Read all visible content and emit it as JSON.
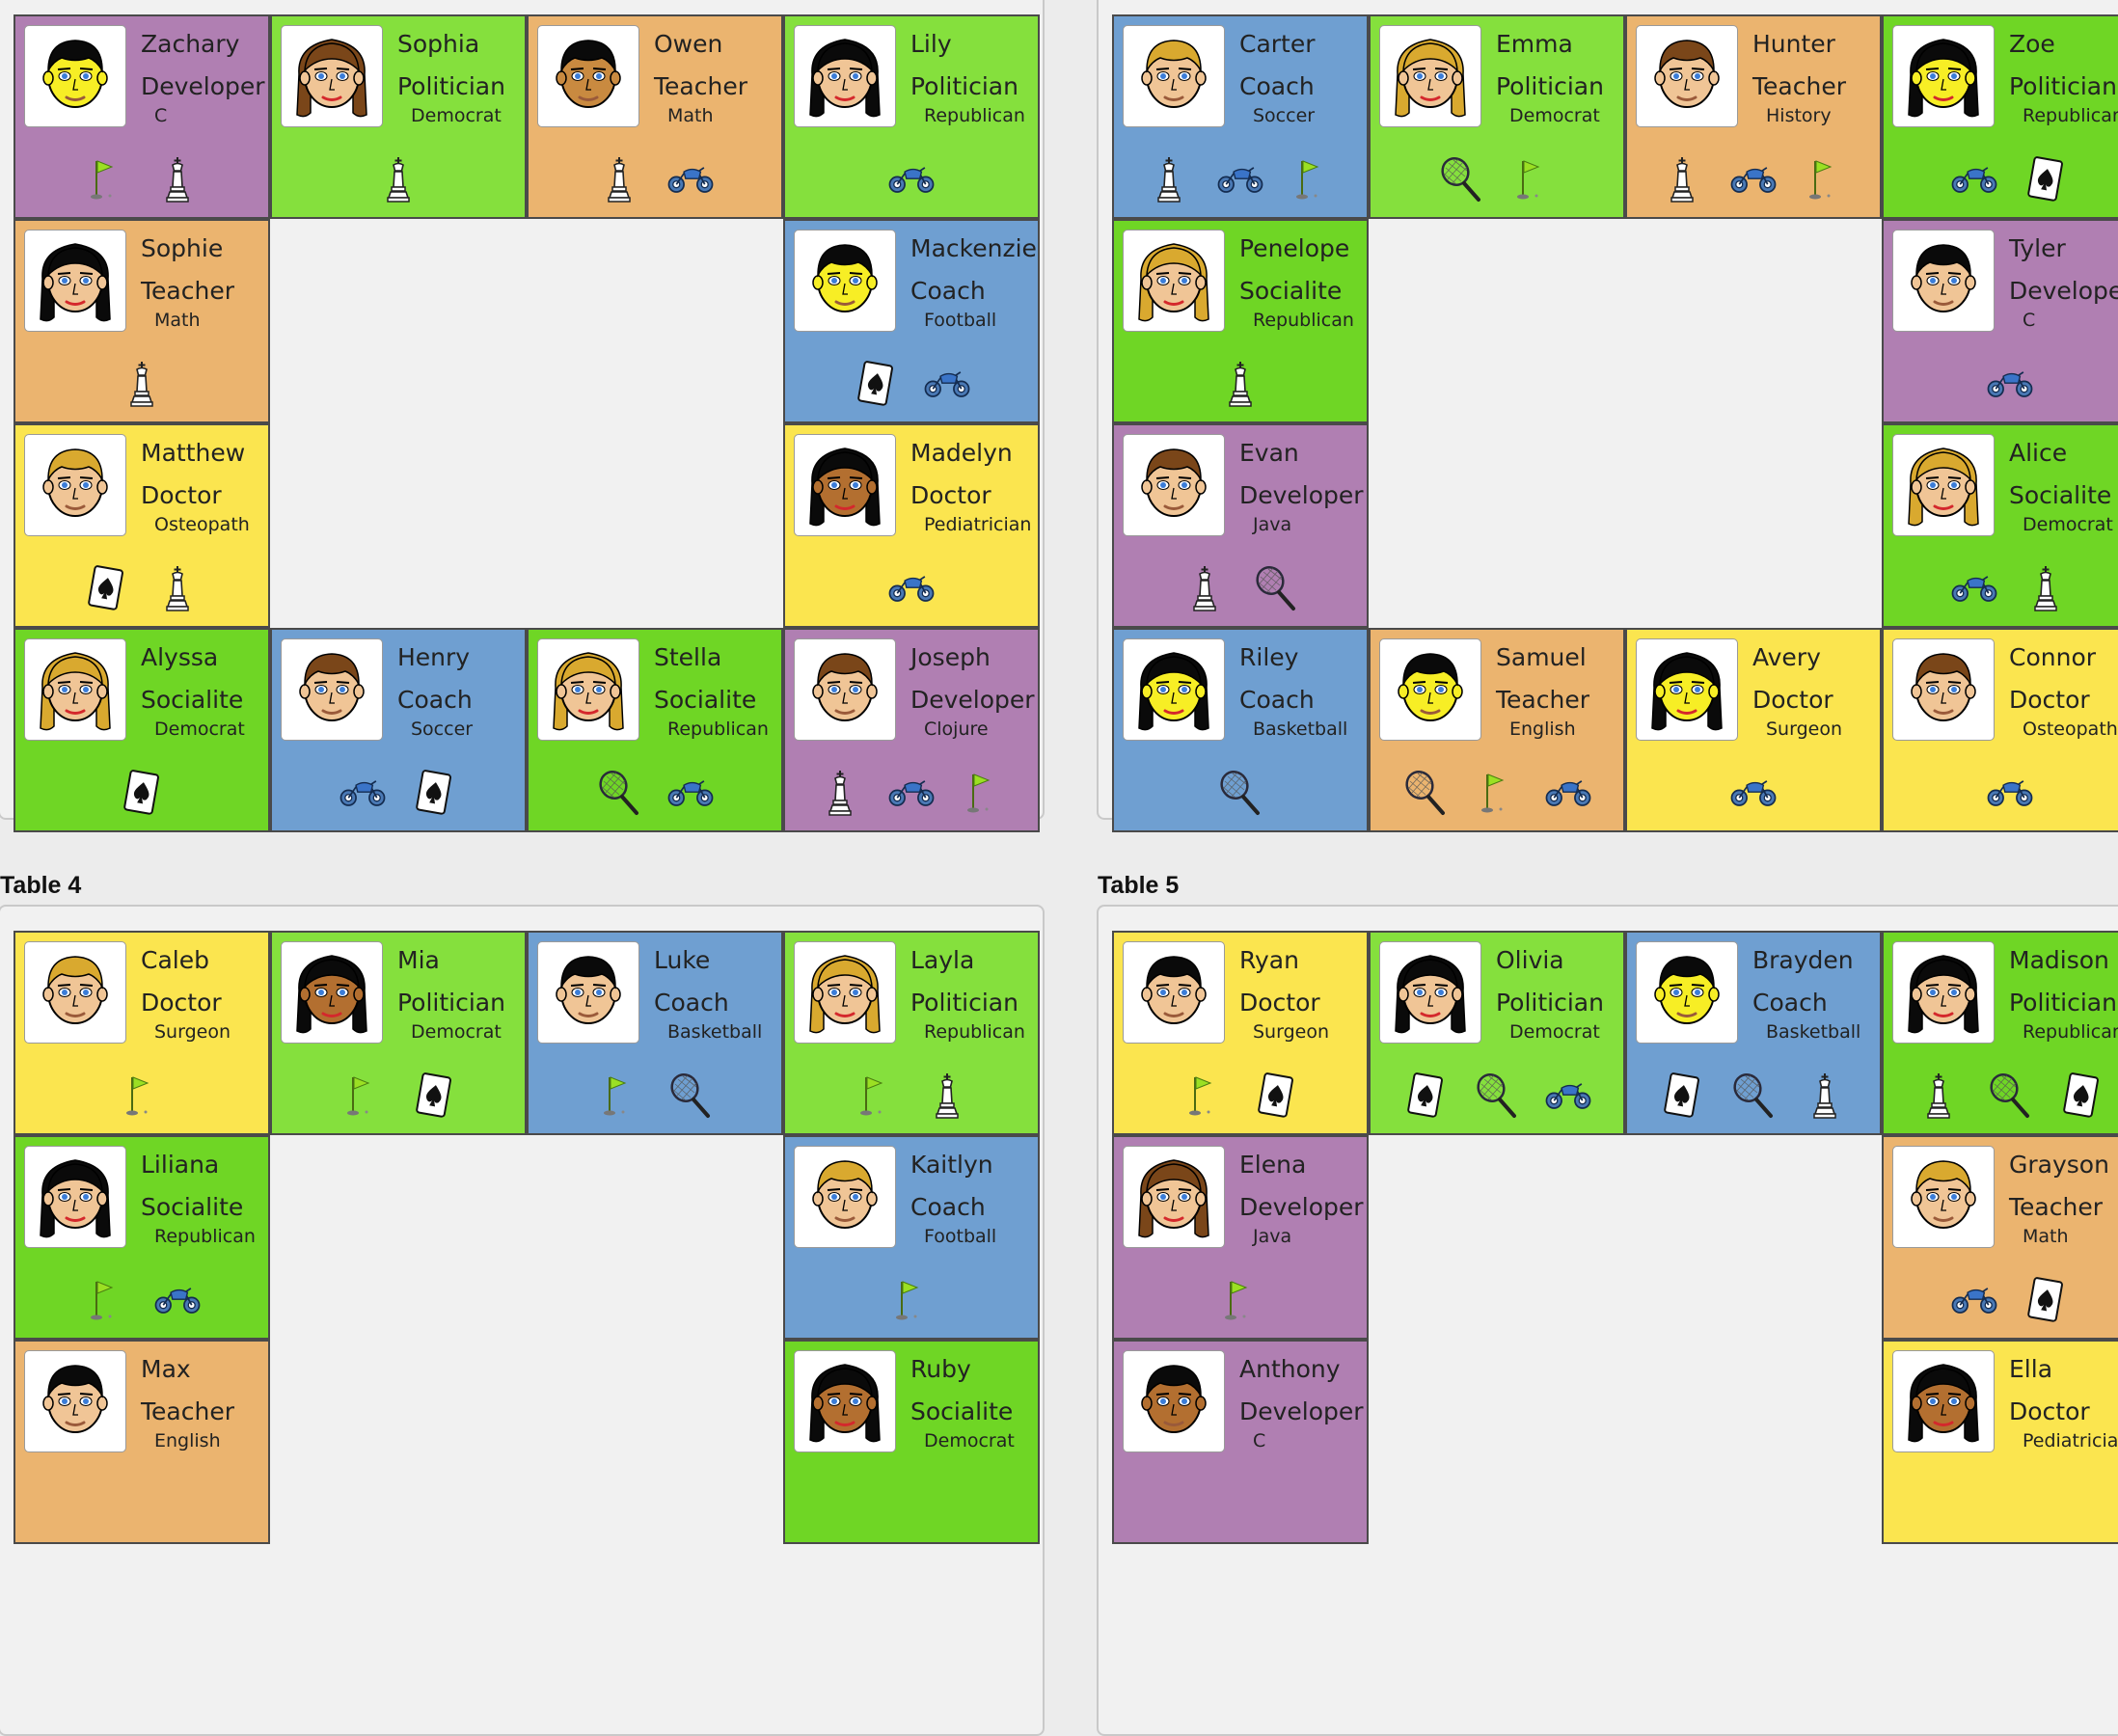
{
  "colors": {
    "purple": "#b07fb2",
    "green": "#85e03d",
    "green2": "#6fd625",
    "orange": "#ebb46f",
    "blue": "#6f9fd1",
    "yellow": "#fbe54f"
  },
  "tables": [
    {
      "label": "",
      "seats": [
        {
          "name": "Zachary",
          "profession": "Developer",
          "specialty": "C",
          "color": "purple",
          "skin": "yellow",
          "hair": "black",
          "hair_style": "short",
          "hobbies": [
            "golf-flag-icon",
            "chess-king-icon"
          ]
        },
        {
          "name": "Sophia",
          "profession": "Politician",
          "specialty": "Democrat",
          "color": "green",
          "skin": "light",
          "hair": "brown",
          "hair_style": "long",
          "hobbies": [
            "chess-king-icon"
          ]
        },
        {
          "name": "Owen",
          "profession": "Teacher",
          "specialty": "Math",
          "color": "orange",
          "skin": "tan",
          "hair": "black",
          "hair_style": "short",
          "hobbies": [
            "chess-king-icon",
            "motorcycle-icon"
          ]
        },
        {
          "name": "Lily",
          "profession": "Politician",
          "specialty": "Republican",
          "color": "green",
          "skin": "light",
          "hair": "black",
          "hair_style": "long",
          "hobbies": [
            "motorcycle-icon"
          ]
        },
        {
          "name": "Mackenzie",
          "profession": "Coach",
          "specialty": "Football",
          "color": "blue",
          "skin": "yellow",
          "hair": "black",
          "hair_style": "short",
          "hobbies": [
            "spade-card-icon",
            "motorcycle-icon"
          ]
        },
        {
          "name": "Madelyn",
          "profession": "Doctor",
          "specialty": "Pediatrician",
          "color": "yellow",
          "skin": "brown",
          "hair": "black",
          "hair_style": "long",
          "hobbies": [
            "motorcycle-icon"
          ]
        },
        {
          "name": "Joseph",
          "profession": "Developer",
          "specialty": "Clojure",
          "color": "purple",
          "skin": "light",
          "hair": "brown",
          "hair_style": "short",
          "hobbies": [
            "chess-king-icon",
            "motorcycle-icon",
            "golf-flag-icon"
          ]
        },
        {
          "name": "Stella",
          "profession": "Socialite",
          "specialty": "Republican",
          "color": "green2",
          "skin": "light",
          "hair": "blonde",
          "hair_style": "long",
          "hobbies": [
            "tennis-racket-icon",
            "motorcycle-icon"
          ]
        },
        {
          "name": "Henry",
          "profession": "Coach",
          "specialty": "Soccer",
          "color": "blue",
          "skin": "light",
          "hair": "brown",
          "hair_style": "short",
          "hobbies": [
            "motorcycle-icon",
            "spade-card-icon"
          ]
        },
        {
          "name": "Alyssa",
          "profession": "Socialite",
          "specialty": "Democrat",
          "color": "green2",
          "skin": "light",
          "hair": "blonde",
          "hair_style": "long",
          "hobbies": [
            "spade-card-icon"
          ]
        },
        {
          "name": "Matthew",
          "profession": "Doctor",
          "specialty": "Osteopath",
          "color": "yellow",
          "skin": "light",
          "hair": "blonde",
          "hair_style": "short",
          "hobbies": [
            "spade-card-icon",
            "chess-king-icon"
          ]
        },
        {
          "name": "Sophie",
          "profession": "Teacher",
          "specialty": "Math",
          "color": "orange",
          "skin": "light",
          "hair": "black",
          "hair_style": "long",
          "hobbies": [
            "chess-king-icon"
          ]
        }
      ]
    },
    {
      "label": "",
      "seats": [
        {
          "name": "Carter",
          "profession": "Coach",
          "specialty": "Soccer",
          "color": "blue",
          "skin": "light",
          "hair": "blonde",
          "hair_style": "short",
          "hobbies": [
            "chess-king-icon",
            "motorcycle-icon",
            "golf-flag-icon"
          ]
        },
        {
          "name": "Emma",
          "profession": "Politician",
          "specialty": "Democrat",
          "color": "green",
          "skin": "light",
          "hair": "blonde",
          "hair_style": "long",
          "hobbies": [
            "tennis-racket-icon",
            "golf-flag-icon"
          ]
        },
        {
          "name": "Hunter",
          "profession": "Teacher",
          "specialty": "History",
          "color": "orange",
          "skin": "light",
          "hair": "brown",
          "hair_style": "short",
          "hobbies": [
            "chess-king-icon",
            "motorcycle-icon",
            "golf-flag-icon"
          ]
        },
        {
          "name": "Zoe",
          "profession": "Politician",
          "specialty": "Republican",
          "color": "green2",
          "skin": "yellow",
          "hair": "black",
          "hair_style": "long",
          "hobbies": [
            "motorcycle-icon",
            "spade-card-icon"
          ]
        },
        {
          "name": "Tyler",
          "profession": "Developer",
          "specialty": "C",
          "color": "purple",
          "skin": "light",
          "hair": "black",
          "hair_style": "short",
          "hobbies": [
            "motorcycle-icon"
          ]
        },
        {
          "name": "Alice",
          "profession": "Socialite",
          "specialty": "Democrat",
          "color": "green2",
          "skin": "light",
          "hair": "blonde",
          "hair_style": "long",
          "hobbies": [
            "motorcycle-icon",
            "chess-king-icon"
          ]
        },
        {
          "name": "Connor",
          "profession": "Doctor",
          "specialty": "Osteopath",
          "color": "yellow",
          "skin": "light",
          "hair": "brown",
          "hair_style": "short",
          "hobbies": [
            "motorcycle-icon"
          ]
        },
        {
          "name": "Avery",
          "profession": "Doctor",
          "specialty": "Surgeon",
          "color": "yellow",
          "skin": "yellow",
          "hair": "black",
          "hair_style": "long",
          "hobbies": [
            "motorcycle-icon"
          ]
        },
        {
          "name": "Samuel",
          "profession": "Teacher",
          "specialty": "English",
          "color": "orange",
          "skin": "yellow",
          "hair": "black",
          "hair_style": "short",
          "hobbies": [
            "tennis-racket-icon",
            "golf-flag-icon",
            "motorcycle-icon"
          ]
        },
        {
          "name": "Riley",
          "profession": "Coach",
          "specialty": "Basketball",
          "color": "blue",
          "skin": "yellow",
          "hair": "black",
          "hair_style": "long",
          "hobbies": [
            "tennis-racket-icon"
          ]
        },
        {
          "name": "Evan",
          "profession": "Developer",
          "specialty": "Java",
          "color": "purple",
          "skin": "light",
          "hair": "brown",
          "hair_style": "short",
          "hobbies": [
            "chess-king-icon",
            "tennis-racket-icon"
          ]
        },
        {
          "name": "Penelope",
          "profession": "Socialite",
          "specialty": "Republican",
          "color": "green2",
          "skin": "light",
          "hair": "blonde",
          "hair_style": "long",
          "hobbies": [
            "chess-king-icon"
          ]
        }
      ]
    },
    {
      "label": "Table 4",
      "seats": [
        {
          "name": "Caleb",
          "profession": "Doctor",
          "specialty": "Surgeon",
          "color": "yellow",
          "skin": "light",
          "hair": "blonde",
          "hair_style": "short",
          "hobbies": [
            "golf-flag-icon"
          ]
        },
        {
          "name": "Mia",
          "profession": "Politician",
          "specialty": "Democrat",
          "color": "green",
          "skin": "brown",
          "hair": "black",
          "hair_style": "long",
          "hobbies": [
            "golf-flag-icon",
            "spade-card-icon"
          ]
        },
        {
          "name": "Luke",
          "profession": "Coach",
          "specialty": "Basketball",
          "color": "blue",
          "skin": "light",
          "hair": "black",
          "hair_style": "short",
          "hobbies": [
            "golf-flag-icon",
            "tennis-racket-icon"
          ]
        },
        {
          "name": "Layla",
          "profession": "Politician",
          "specialty": "Republican",
          "color": "green",
          "skin": "light",
          "hair": "blonde",
          "hair_style": "long",
          "hobbies": [
            "golf-flag-icon",
            "chess-king-icon"
          ]
        },
        {
          "name": "Kaitlyn",
          "profession": "Coach",
          "specialty": "Football",
          "color": "blue",
          "skin": "light",
          "hair": "blonde",
          "hair_style": "short",
          "hobbies": [
            "golf-flag-icon"
          ]
        },
        {
          "name": "Ruby",
          "profession": "Socialite",
          "specialty": "Democrat",
          "color": "green2",
          "skin": "brown",
          "hair": "black",
          "hair_style": "long",
          "hobbies": []
        },
        {
          "name": "",
          "profession": "",
          "specialty": "",
          "color": "",
          "skin": "",
          "hair": "",
          "hair_style": "",
          "hobbies": []
        },
        {
          "name": "",
          "profession": "",
          "specialty": "",
          "color": "",
          "skin": "",
          "hair": "",
          "hair_style": "",
          "hobbies": []
        },
        {
          "name": "",
          "profession": "",
          "specialty": "",
          "color": "",
          "skin": "",
          "hair": "",
          "hair_style": "",
          "hobbies": []
        },
        {
          "name": "",
          "profession": "",
          "specialty": "",
          "color": "",
          "skin": "",
          "hair": "",
          "hair_style": "",
          "hobbies": []
        },
        {
          "name": "Max",
          "profession": "Teacher",
          "specialty": "English",
          "color": "orange",
          "skin": "light",
          "hair": "black",
          "hair_style": "short",
          "hobbies": []
        },
        {
          "name": "Liliana",
          "profession": "Socialite",
          "specialty": "Republican",
          "color": "green2",
          "skin": "light",
          "hair": "black",
          "hair_style": "long",
          "hobbies": [
            "golf-flag-icon",
            "motorcycle-icon"
          ]
        }
      ]
    },
    {
      "label": "Table 5",
      "seats": [
        {
          "name": "Ryan",
          "profession": "Doctor",
          "specialty": "Surgeon",
          "color": "yellow",
          "skin": "light",
          "hair": "black",
          "hair_style": "short",
          "hobbies": [
            "golf-flag-icon",
            "spade-card-icon"
          ]
        },
        {
          "name": "Olivia",
          "profession": "Politician",
          "specialty": "Democrat",
          "color": "green",
          "skin": "light",
          "hair": "black",
          "hair_style": "long",
          "hobbies": [
            "spade-card-icon",
            "tennis-racket-icon",
            "motorcycle-icon"
          ]
        },
        {
          "name": "Brayden",
          "profession": "Coach",
          "specialty": "Basketball",
          "color": "blue",
          "skin": "yellow",
          "hair": "black",
          "hair_style": "short",
          "hobbies": [
            "spade-card-icon",
            "tennis-racket-icon",
            "chess-king-icon"
          ]
        },
        {
          "name": "Madison",
          "profession": "Politician",
          "specialty": "Republican",
          "color": "green2",
          "skin": "light",
          "hair": "black",
          "hair_style": "long",
          "hobbies": [
            "chess-king-icon",
            "tennis-racket-icon",
            "spade-card-icon"
          ]
        },
        {
          "name": "Grayson",
          "profession": "Teacher",
          "specialty": "Math",
          "color": "orange",
          "skin": "light",
          "hair": "blonde",
          "hair_style": "short",
          "hobbies": [
            "motorcycle-icon",
            "spade-card-icon"
          ]
        },
        {
          "name": "Ella",
          "profession": "Doctor",
          "specialty": "Pediatrician",
          "color": "yellow",
          "skin": "brown",
          "hair": "black",
          "hair_style": "long",
          "hobbies": []
        },
        {
          "name": "",
          "profession": "",
          "specialty": "",
          "color": "",
          "skin": "",
          "hair": "",
          "hair_style": "",
          "hobbies": []
        },
        {
          "name": "",
          "profession": "",
          "specialty": "",
          "color": "",
          "skin": "",
          "hair": "",
          "hair_style": "",
          "hobbies": []
        },
        {
          "name": "",
          "profession": "",
          "specialty": "",
          "color": "",
          "skin": "",
          "hair": "",
          "hair_style": "",
          "hobbies": []
        },
        {
          "name": "",
          "profession": "",
          "specialty": "",
          "color": "",
          "skin": "",
          "hair": "",
          "hair_style": "",
          "hobbies": []
        },
        {
          "name": "Anthony",
          "profession": "Developer",
          "specialty": "C",
          "color": "purple",
          "skin": "brown",
          "hair": "black",
          "hair_style": "short",
          "hobbies": []
        },
        {
          "name": "Elena",
          "profession": "Developer",
          "specialty": "Java",
          "color": "purple",
          "skin": "light",
          "hair": "brown",
          "hair_style": "long",
          "hobbies": [
            "golf-flag-icon"
          ]
        }
      ]
    }
  ]
}
